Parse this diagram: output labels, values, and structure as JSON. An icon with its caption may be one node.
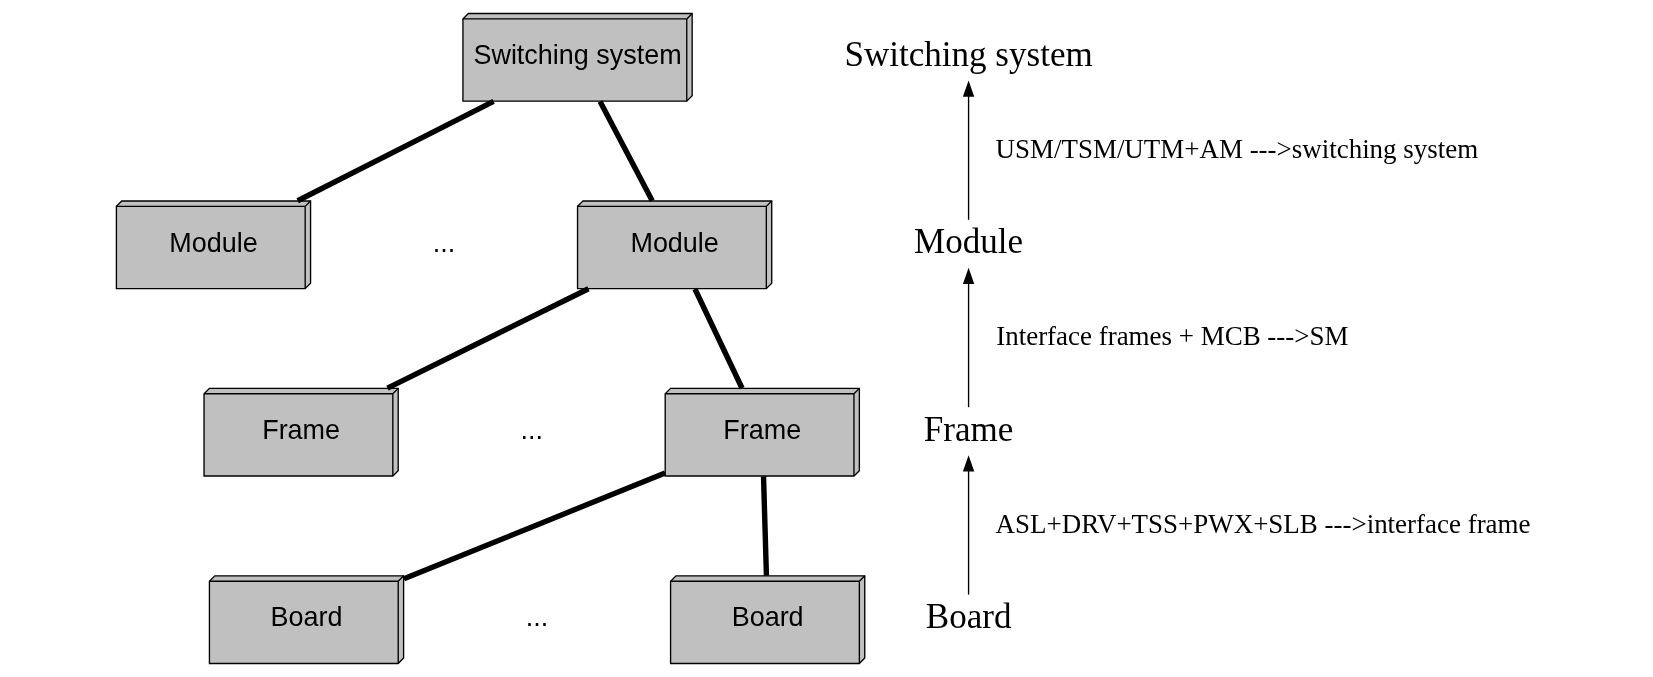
{
  "diagram": {
    "nodes": [
      {
        "text": [
          "Switching system"
        ]
      },
      {
        "text": [
          "Module"
        ]
      },
      {
        "text": [
          "Module"
        ]
      },
      {
        "text": [
          "Frame"
        ]
      },
      {
        "text": [
          "Frame"
        ]
      },
      {
        "text": [
          "Board"
        ]
      },
      {
        "text": [
          "Board"
        ]
      },
      {
        "text": [
          "Switching system"
        ]
      },
      {
        "text": [
          "Module"
        ]
      },
      {
        "text": [
          "Frame"
        ]
      },
      {
        "text": [
          "Board"
        ]
      }
    ],
    "edges": [
      {
        "from": 0,
        "to": 1,
        "arrow": "none"
      },
      {
        "from": 0,
        "to": 2,
        "arrow": "none"
      },
      {
        "from": 2,
        "to": 3,
        "arrow": "none"
      },
      {
        "from": 2,
        "to": 4,
        "arrow": "none"
      },
      {
        "from": 4,
        "to": 5,
        "arrow": "none"
      },
      {
        "from": 4,
        "to": 6,
        "arrow": "none"
      },
      {
        "from": 8,
        "to": 7,
        "arrow": "to",
        "label": "USM/TSM/UTM+AM --->switching system"
      },
      {
        "from": 9,
        "to": 8,
        "arrow": "to",
        "label": "Interface frames + MCB --->SM"
      },
      {
        "from": 10,
        "to": 9,
        "arrow": "to",
        "label": "ASL+DRV+TSS+PWX+SLB --->interface frame"
      }
    ],
    "labels": [
      "...",
      "...",
      "..."
    ]
  }
}
